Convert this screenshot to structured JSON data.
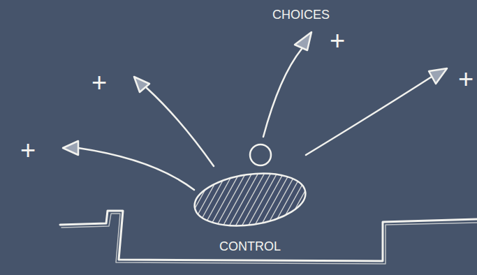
{
  "diagram": {
    "nodes": [
      {
        "text": [
          "CONTROL"
        ]
      }
    ],
    "labels": [
      "CHOICES",
      "+",
      "+",
      "+",
      "+"
    ]
  }
}
